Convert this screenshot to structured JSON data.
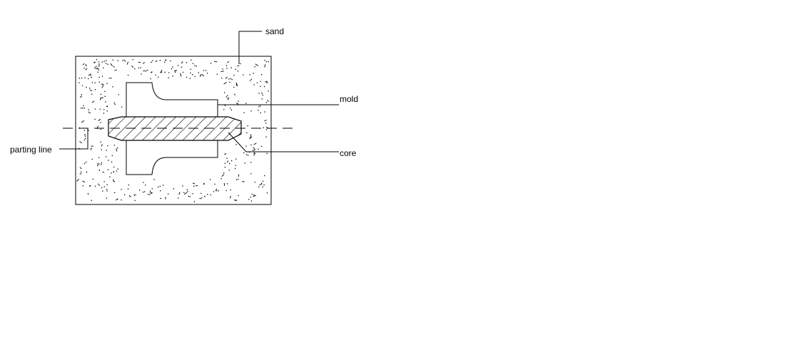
{
  "labels": {
    "sand": "sand",
    "mold": "mold",
    "core": "core",
    "parting_line": "parting line"
  },
  "colors": {
    "line": "#000000",
    "background": "#ffffff"
  }
}
